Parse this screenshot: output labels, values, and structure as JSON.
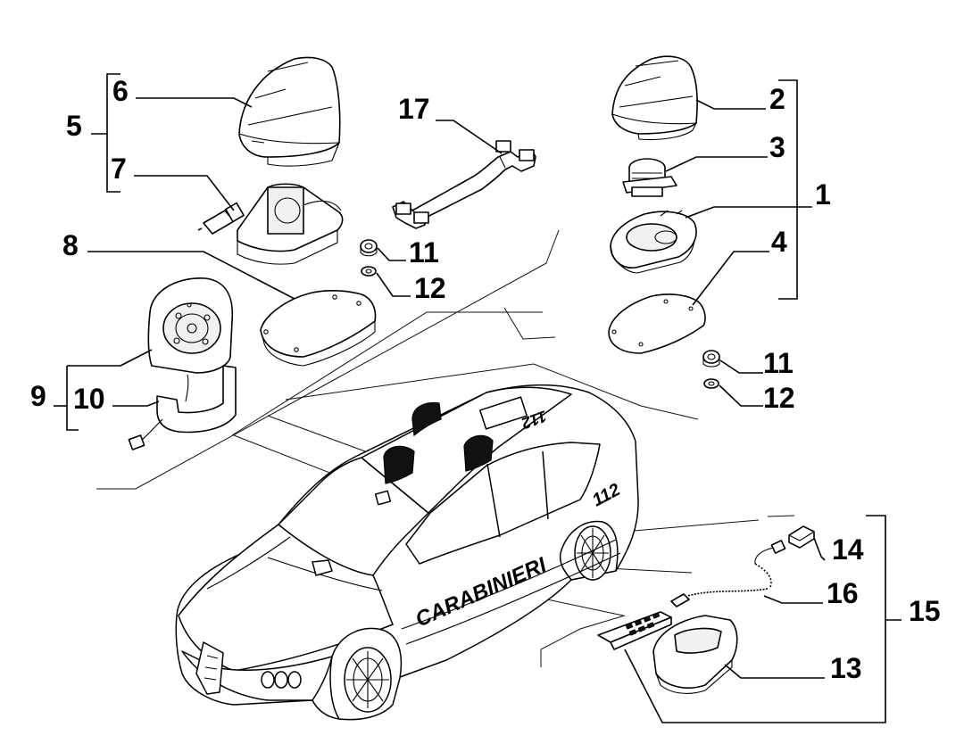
{
  "callouts": [
    {
      "id": "1",
      "label": "1"
    },
    {
      "id": "2",
      "label": "2"
    },
    {
      "id": "3",
      "label": "3"
    },
    {
      "id": "4",
      "label": "4"
    },
    {
      "id": "5",
      "label": "5"
    },
    {
      "id": "6",
      "label": "6"
    },
    {
      "id": "7",
      "label": "7"
    },
    {
      "id": "8",
      "label": "8"
    },
    {
      "id": "9",
      "label": "9"
    },
    {
      "id": "10",
      "label": "10"
    },
    {
      "id": "11a",
      "label": "11"
    },
    {
      "id": "12a",
      "label": "12"
    },
    {
      "id": "11b",
      "label": "11"
    },
    {
      "id": "12b",
      "label": "12"
    },
    {
      "id": "13",
      "label": "13"
    },
    {
      "id": "14",
      "label": "14"
    },
    {
      "id": "15",
      "label": "15"
    },
    {
      "id": "16",
      "label": "16"
    },
    {
      "id": "17",
      "label": "17"
    }
  ],
  "car_livery": {
    "side_text": "CARABINIERI",
    "unit_number": "112"
  },
  "colors": {
    "line": "#000000",
    "background": "#ffffff"
  }
}
